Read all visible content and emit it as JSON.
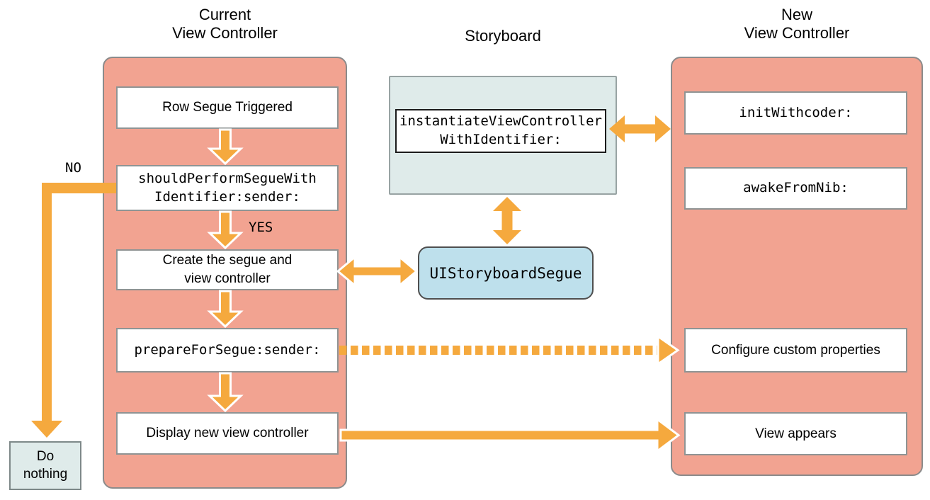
{
  "titles": {
    "current": "Current\nView Controller",
    "storyboard": "Storyboard",
    "new": "New\nView Controller"
  },
  "left_panel": {
    "boxes": [
      {
        "label": "Row Segue Triggered"
      },
      {
        "label": "shouldPerformSegueWith\nIdentifier:sender:"
      },
      {
        "label": "Create the segue and\nview controller"
      },
      {
        "label": "prepareForSegue:sender:"
      },
      {
        "label": "Display new view controller"
      }
    ]
  },
  "storyboard_panel": {
    "method_label": "instantiateViewController\nWithIdentifier:",
    "segue_class": "UIStoryboardSegue"
  },
  "right_panel": {
    "boxes": [
      {
        "label": "initWithcoder:"
      },
      {
        "label": "awakeFromNib:"
      },
      {
        "label": "Configure custom properties"
      },
      {
        "label": "View appears"
      }
    ]
  },
  "branch": {
    "no_label": "NO",
    "yes_label": "YES",
    "do_nothing_label": "Do\nnothing"
  },
  "colors": {
    "accent_orange": "#F5A93E",
    "panel_pink": "#F2A391",
    "panel_blue_gray": "#DFEBEA",
    "segue_blue": "#BEE0EC",
    "box_border_gray": "#8F9494"
  }
}
